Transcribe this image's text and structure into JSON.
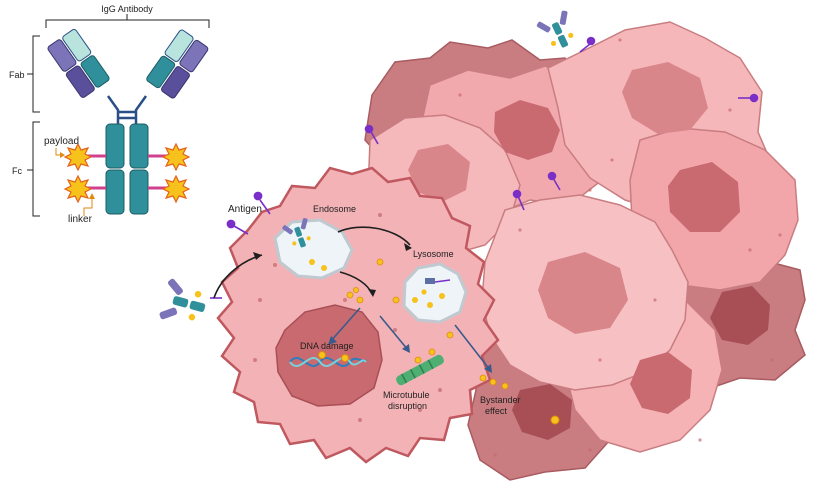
{
  "antibody": {
    "title": "IgG Antibody",
    "fab": "Fab",
    "fc": "Fc",
    "payload": "payload",
    "linker": "linker"
  },
  "labels": {
    "antigen": "Antigen",
    "endosome": "Endosome",
    "lysosome": "Lysosome",
    "dna_damage": "DNA damage",
    "microtubule_line1": "Microtubule",
    "microtubule_line2": "disruption",
    "bystander_line1": "Bystander",
    "bystander_line2": "effect"
  },
  "colors": {
    "heavy_chain": "#2f8f9a",
    "light_chain": "#7b74b8",
    "light_chain_pale": "#b9e3dd",
    "hinge": "#2a4f86",
    "linker": "#d0408c",
    "payload": "#f6c21b",
    "antigen": "#7a2fc8",
    "cell_light": "#f7c1c4",
    "cell_dark": "#c97d81",
    "nucleus": "#c96a70",
    "microtubule": "#4fae72",
    "dna": "#2b7fbf"
  }
}
